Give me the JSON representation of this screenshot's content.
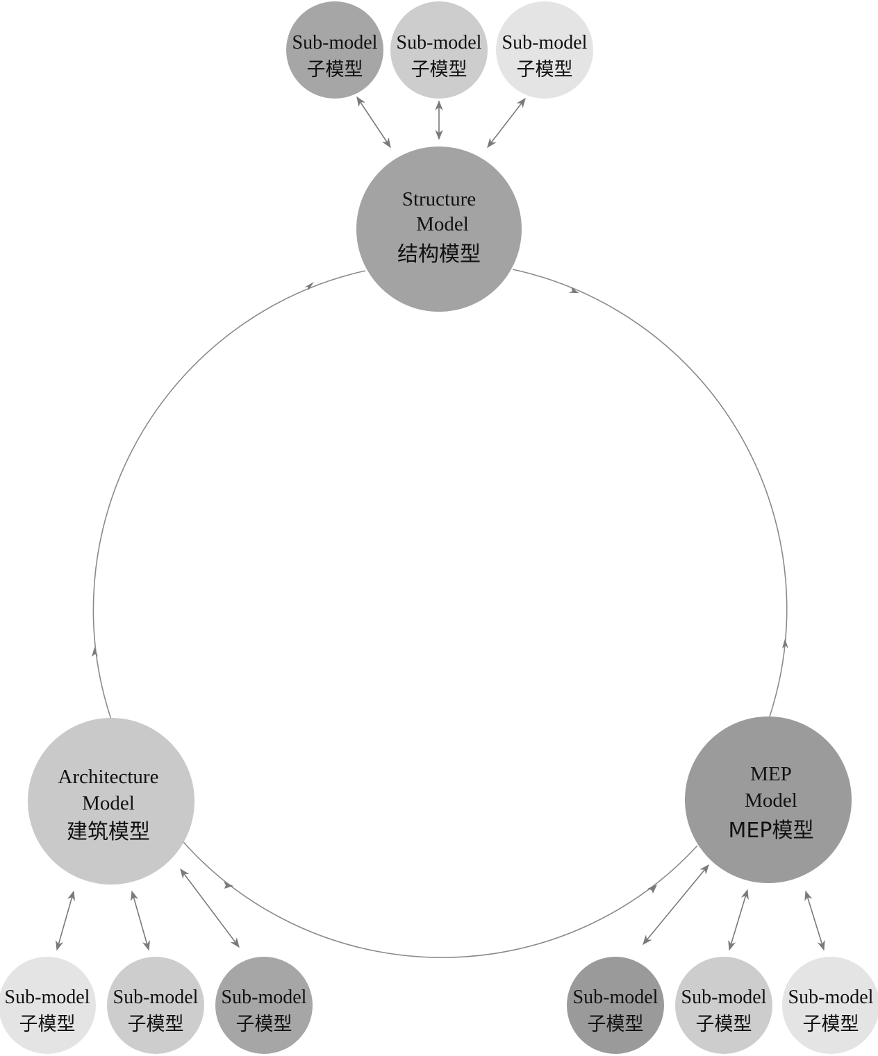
{
  "colors": {
    "structure": "#a3a3a3",
    "architecture": "#c9c9c9",
    "mep": "#9b9b9b",
    "sub_light": "#e4e4e4",
    "sub_mid": "#cdcdcd",
    "sub_dark": "#a6a6a6",
    "sub_darker": "#9a9a9a",
    "line": "#7a7a7a"
  },
  "main_models": [
    {
      "id": "structure",
      "lines": [
        "Structure",
        "Model"
      ],
      "cn": "结构模型"
    },
    {
      "id": "architecture",
      "lines": [
        "Architecture",
        "Model"
      ],
      "cn": "建筑模型"
    },
    {
      "id": "mep",
      "lines": [
        "MEP",
        "Model"
      ],
      "cn": "MEP模型"
    }
  ],
  "sub_label": {
    "en": "Sub-model",
    "cn": "子模型"
  },
  "sub_models": {
    "structure": [
      "sub_dark",
      "sub_mid",
      "sub_light"
    ],
    "architecture": [
      "sub_light",
      "sub_mid",
      "sub_dark"
    ],
    "mep": [
      "sub_darker",
      "sub_mid",
      "sub_light"
    ]
  }
}
